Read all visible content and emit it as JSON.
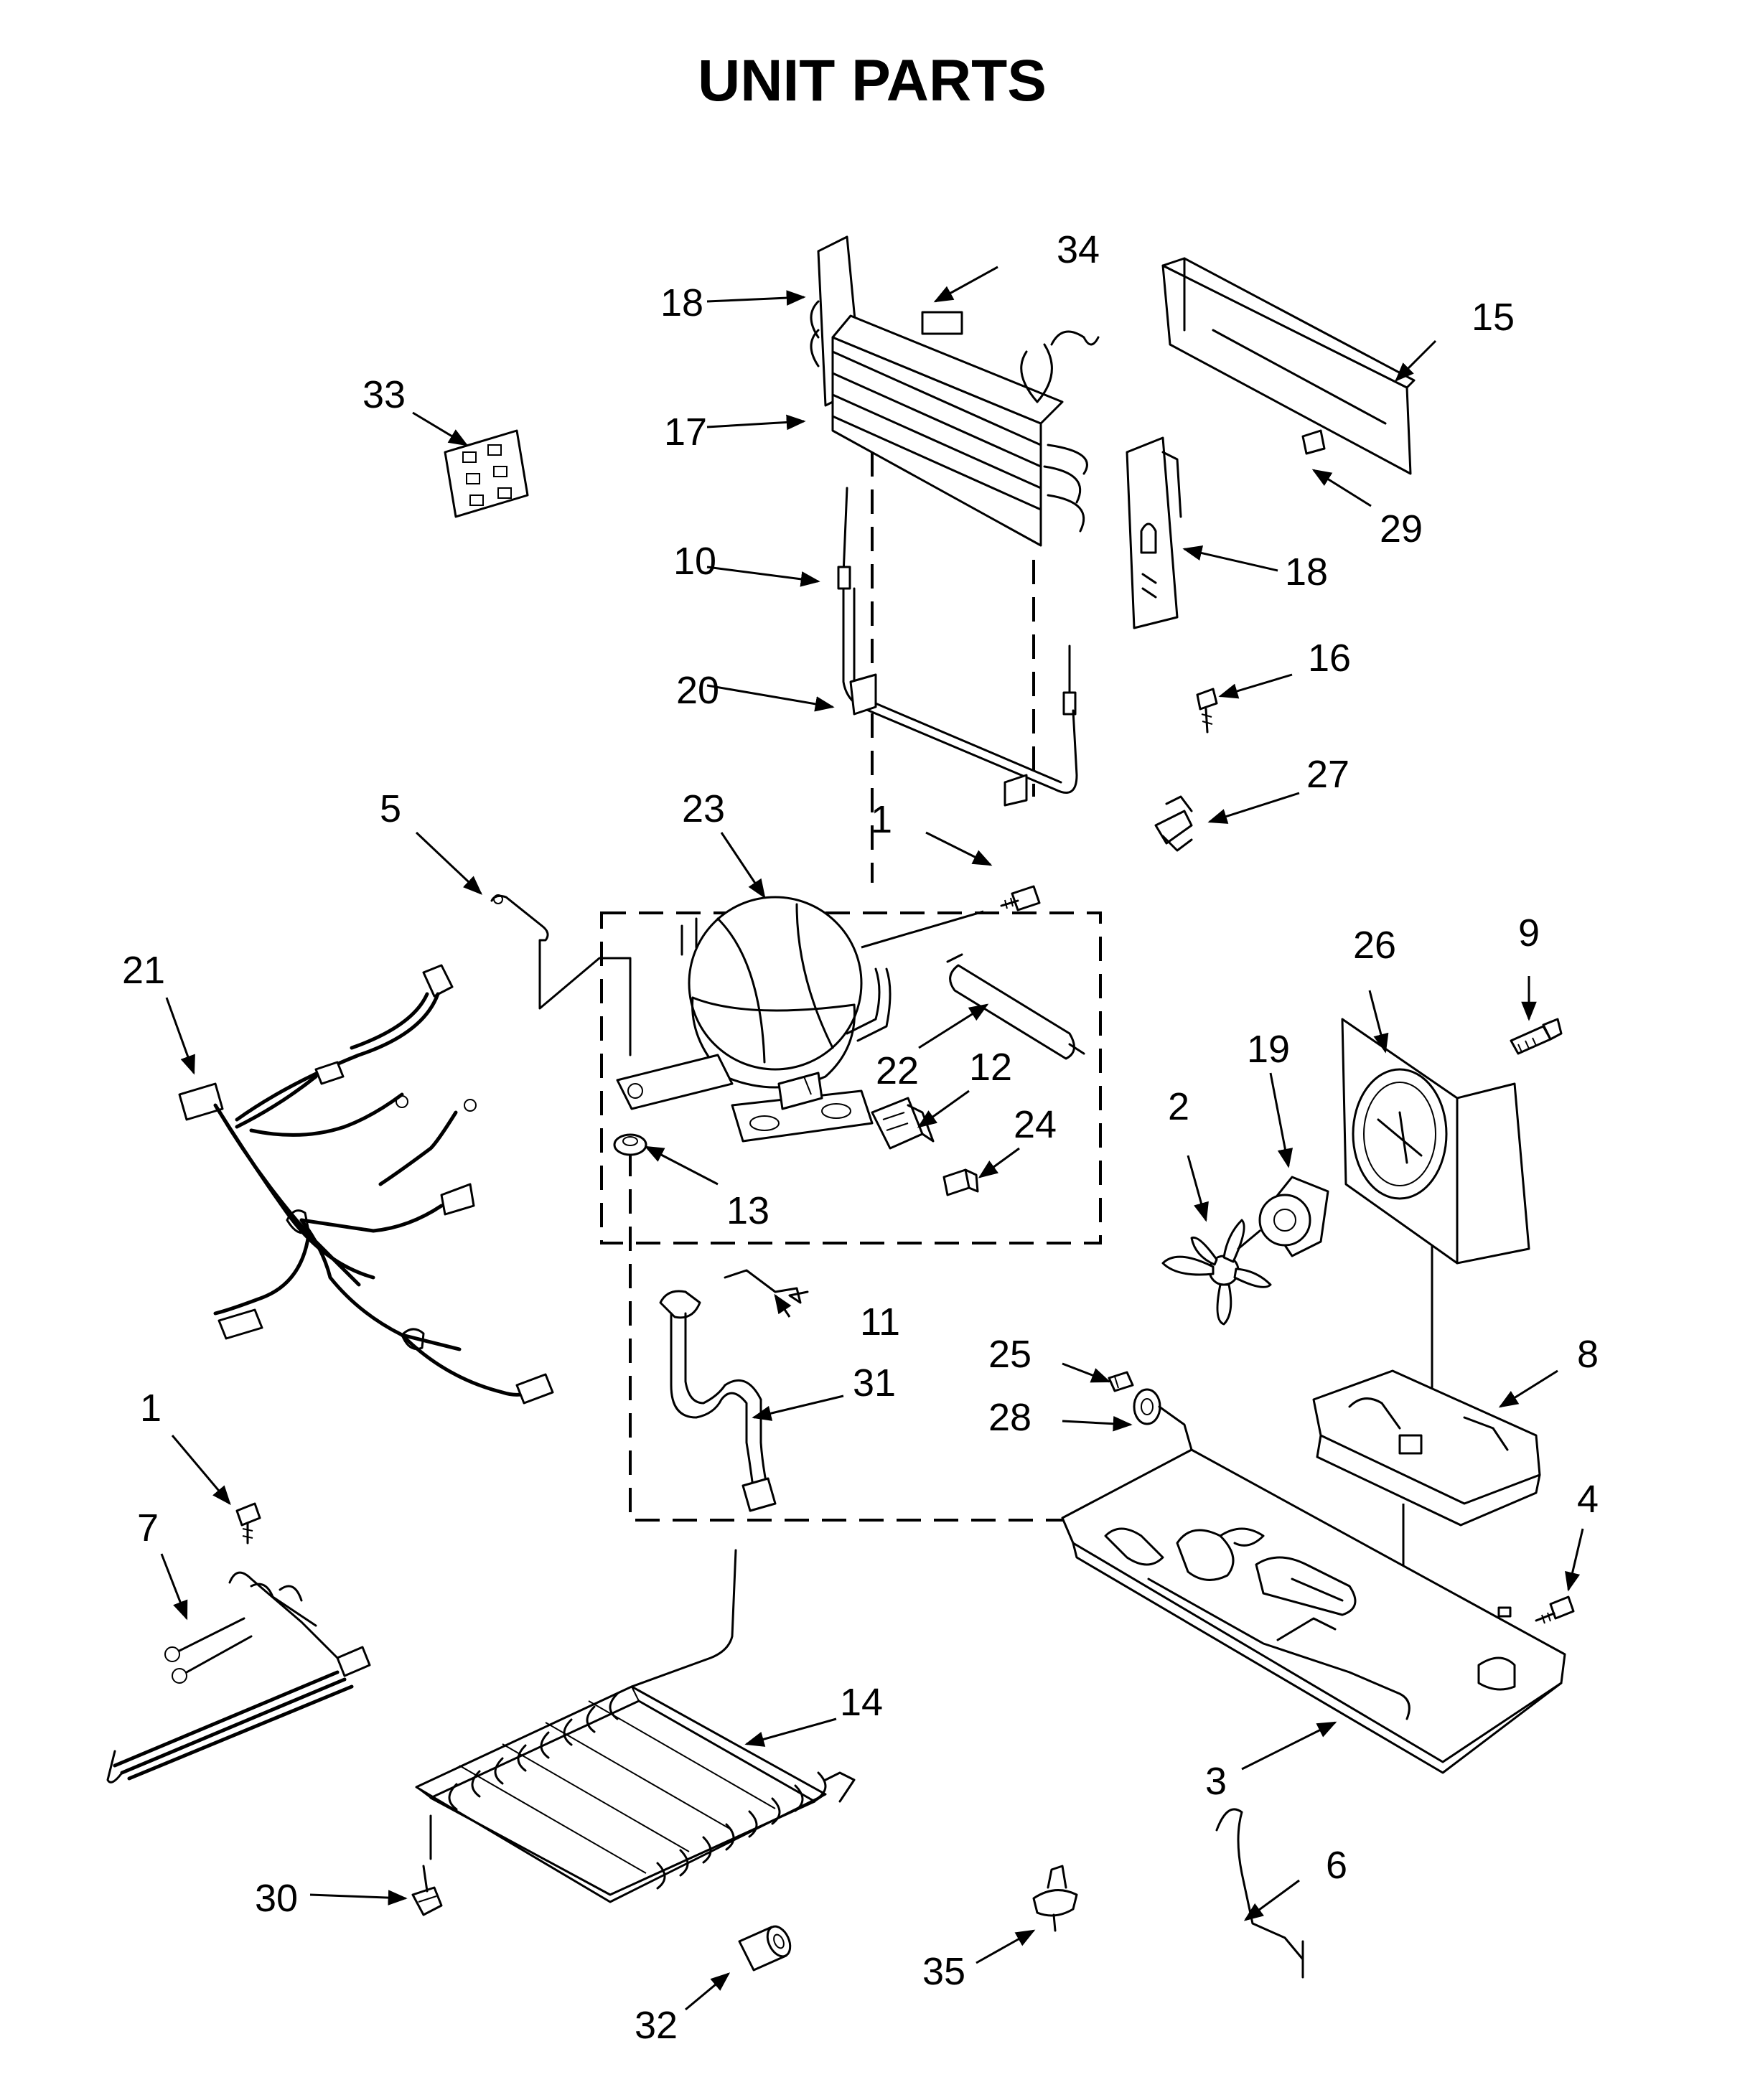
{
  "title": "UNIT PARTS",
  "callouts": [
    "1",
    "1",
    "2",
    "3",
    "4",
    "5",
    "6",
    "7",
    "8",
    "9",
    "10",
    "11",
    "12",
    "13",
    "14",
    "15",
    "16",
    "17",
    "18",
    "18",
    "19",
    "20",
    "21",
    "22",
    "23",
    "24",
    "25",
    "26",
    "27",
    "28",
    "29",
    "30",
    "31",
    "32",
    "33",
    "34",
    "35"
  ]
}
